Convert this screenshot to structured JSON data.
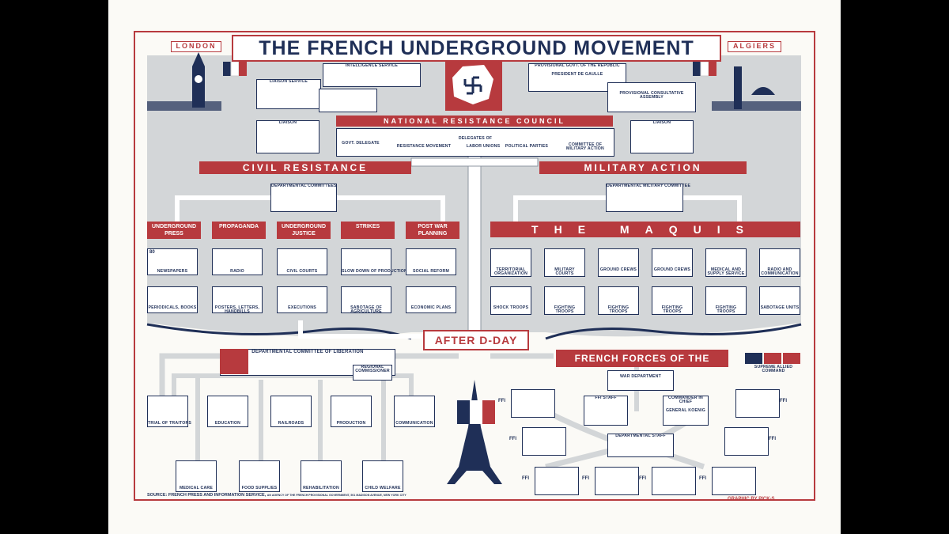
{
  "title": "THE FRENCH UNDERGROUND MOVEMENT",
  "cities": {
    "left": "LONDON",
    "right": "ALGIERS"
  },
  "london": {
    "intelligence": "INTELLIGENCE SERVICE",
    "liaison": "LIAISON SERVICE"
  },
  "algiers": {
    "provisional_govt": "PROVISIONAL GOVT. OF THE REPUBLIC",
    "president": "PRESIDENT DE GAULLE",
    "assembly": "PROVISIONAL CONSULTATIVE ASSEMBLY"
  },
  "nrc": {
    "title": "NATIONAL RESISTANCE COUNCIL",
    "delegates": "DELEGATES OF",
    "govt": "GOVT. DELEGATE",
    "resistance": "RESISTANCE MOVEMENT",
    "labor": "LABOR UNIONS",
    "political": "POLITICAL PARTIES",
    "committee": "COMMITTEE OF MILITARY ACTION",
    "liaison_left": "LIAISON",
    "liaison_right": "LIAISON"
  },
  "civil": {
    "title": "CIVIL RESISTANCE",
    "dept": "DEPARTMENTAL COMMITTEES",
    "columns": [
      {
        "head": "UNDERGROUND PRESS",
        "top": "NEWSPAPERS",
        "bottom": "PERIODICALS, BOOKS",
        "count": "80"
      },
      {
        "head": "PROPAGANDA",
        "top": "RADIO",
        "bottom": "POSTERS, LETTERS, HANDBILLS"
      },
      {
        "head": "UNDERGROUND JUSTICE",
        "top": "CIVIL COURTS",
        "bottom": "EXECUTIONS"
      },
      {
        "head": "STRIKES",
        "top": "SLOW DOWN OF PRODUCTION",
        "bottom": "SABOTAGE OF AGRICULTURE"
      },
      {
        "head": "POST WAR PLANNING",
        "top": "SOCIAL REFORM",
        "bottom": "ECONOMIC PLANS"
      }
    ]
  },
  "military": {
    "title": "MILITARY ACTION",
    "dept": "DEPARTMENTAL MILITARY COMMITTEE",
    "maquis": "THE MAQUIS",
    "columns": [
      {
        "top": "TERRITORIAL ORGANIZATION",
        "bottom": "SHOCK TROOPS"
      },
      {
        "top": "MILITARY COURTS",
        "bottom": "FIGHTING TROOPS"
      },
      {
        "top": "GROUND CREWS",
        "bottom": "FIGHTING TROOPS"
      },
      {
        "top": "GROUND CREWS",
        "bottom": "FIGHTING TROOPS"
      },
      {
        "top": "MEDICAL AND SUPPLY SERVICE",
        "bottom": "FIGHTING TROOPS"
      },
      {
        "top": "RADIO AND COMMUNICATION",
        "bottom": "SABOTAGE UNITS"
      }
    ]
  },
  "after": "AFTER D-DAY",
  "liberation": {
    "title": "DEPARTMENTAL COMMITTEE OF LIBERATION",
    "regional": "REGIONAL COMMISSIONER",
    "row1": [
      "TRIAL OF TRAITORS",
      "EDUCATION",
      "RAILROADS",
      "PRODUCTION",
      "COMMUNICATION"
    ],
    "row2": [
      "MEDICAL CARE",
      "FOOD SUPPLIES",
      "REHABILITATION",
      "CHILD WELFARE"
    ]
  },
  "ffi": {
    "title": "FRENCH FORCES OF THE INTERIOR",
    "supreme": "SUPREME ALLIED COMMAND",
    "war": "WAR DEPARTMENT",
    "staff": "FFI STAFF",
    "commander": "COMMANDER IN CHIEF",
    "koenig": "GENERAL KOENIG",
    "dept_staff": "DEPARTMENTAL STAFF",
    "tag": "FFI"
  },
  "source": "SOURCE: FRENCH PRESS AND INFORMATION SERVICE,",
  "source_small": "AN AGENCY OF THE FRENCH PROVISIONAL GOVERNMENT, 501 MADISON AVENUE, NEW YORK CITY",
  "credit": "GRAPHIC BY PICK-S",
  "colors": {
    "red": "#b73a3e",
    "navy": "#1f2f57",
    "grey": "#d3d6d8",
    "paper": "#fbfaf6"
  }
}
